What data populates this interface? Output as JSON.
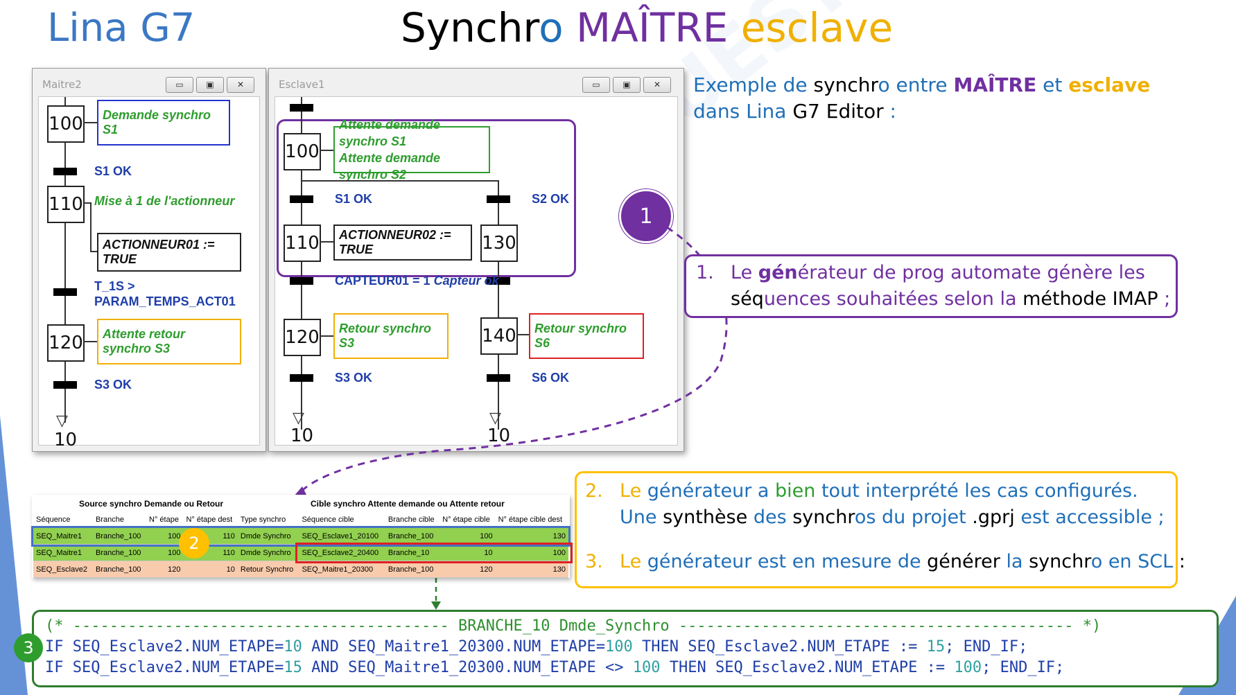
{
  "slide": {
    "brand": "Lina G7",
    "title_parts": [
      {
        "text": "Synchr",
        "color": "#000000"
      },
      {
        "text": "o ",
        "color": "#1f6fb8"
      },
      {
        "text": "MAÎTRE ",
        "color": "#7030a0"
      },
      {
        "text": "esclave",
        "color": "#f0b000"
      }
    ],
    "watermark": "ALTEN OUEST"
  },
  "colors": {
    "brand_blue": "#3b78c4",
    "purple": "#7030a0",
    "orange": "#f0b000",
    "green": "#2e9d2e",
    "red": "#e02020",
    "blue": "#1f3ea8"
  },
  "window_master": {
    "title": "Maitre2",
    "btn_min": "▭",
    "btn_max": "▣",
    "btn_close": "✕",
    "steps": [
      "100",
      "110",
      "120"
    ],
    "end_label": "10",
    "actions": {
      "a100": "Demande synchro S1",
      "a110_text": "Mise à 1 de l'actionneur",
      "a110_box": "ACTIONNEUR01 := TRUE",
      "a120": "Attente retour synchro S3"
    },
    "conditions": [
      "S1 OK",
      "T_1S >",
      "PARAM_TEMPS_ACT01",
      "S3 OK"
    ]
  },
  "window_slave": {
    "title": "Esclave1",
    "btn_min": "▭",
    "btn_max": "▣",
    "btn_close": "✕",
    "steps": [
      "100",
      "110",
      "130",
      "120",
      "140"
    ],
    "end_labels": [
      "10",
      "10"
    ],
    "actions": {
      "a100_line1": "Attente demande synchro S1",
      "a100_line2": "Attente demande synchro S2",
      "a110": "ACTIONNEUR02 := TRUE",
      "a120": "Retour synchro S3",
      "a140": "Retour synchro S6"
    },
    "conditions": {
      "s1": "S1 OK",
      "s2": "S2 OK",
      "capteur_a": "CAPTEUR01 = 1",
      "capteur_b": "Capteur ok",
      "s3": "S3 OK",
      "s6": "S6 OK"
    }
  },
  "badges": {
    "b1": "1",
    "b2": "2",
    "b3": "3"
  },
  "explanation": {
    "intro_parts": [
      {
        "text": "Exemple de ",
        "color": "#1f6fb8"
      },
      {
        "text": "synchr",
        "color": "#000000"
      },
      {
        "text": "o entre ",
        "color": "#1f6fb8"
      },
      {
        "text": "MAÎTRE",
        "color": "#7030a0",
        "bold": true
      },
      {
        "text": " et ",
        "color": "#1f6fb8"
      },
      {
        "text": "esclave",
        "color": "#f0b000",
        "bold": true
      }
    ],
    "intro_line2_parts": [
      {
        "text": "dans Lina ",
        "color": "#1f6fb8"
      },
      {
        "text": "G7 Editor",
        "color": "#000000"
      },
      {
        "text": " :",
        "color": "#1f6fb8"
      }
    ],
    "point1_num": "1.",
    "point1_line1": [
      {
        "text": "Le ",
        "color": "#7030a0"
      },
      {
        "text": "gén",
        "color": "#7030a0",
        "bold": true
      },
      {
        "text": "érateur de prog automate génère les",
        "color": "#7030a0"
      }
    ],
    "point1_line2": [
      {
        "text": "séq",
        "color": "#000000"
      },
      {
        "text": "uences souhaitées selon la ",
        "color": "#7030a0"
      },
      {
        "text": "méthode IMAP",
        "color": "#000000"
      },
      {
        "text": " ;",
        "color": "#7030a0"
      }
    ],
    "point2_num": "2.",
    "point2_line1": [
      {
        "text": "Le ",
        "color": "#f0b000"
      },
      {
        "text": "générateur a ",
        "color": "#1f6fb8"
      },
      {
        "text": "bien",
        "color": "#2e9d2e"
      },
      {
        "text": " tout interprété les cas configurés.",
        "color": "#1f6fb8"
      }
    ],
    "point2_line2": [
      {
        "text": "Une ",
        "color": "#1f6fb8"
      },
      {
        "text": "synthèse",
        "color": "#000000"
      },
      {
        "text": " des ",
        "color": "#1f6fb8"
      },
      {
        "text": "synchr",
        "color": "#000000"
      },
      {
        "text": "os du projet ",
        "color": "#1f6fb8"
      },
      {
        "text": ".gprj",
        "color": "#000000"
      },
      {
        "text": " est accessible ;",
        "color": "#1f6fb8"
      }
    ],
    "point3_num": "3.",
    "point3_line": [
      {
        "text": "Le ",
        "color": "#f0b000"
      },
      {
        "text": "générateur est en mesure de ",
        "color": "#1f6fb8"
      },
      {
        "text": "générer",
        "color": "#000000"
      },
      {
        "text": " la ",
        "color": "#1f6fb8"
      },
      {
        "text": "synchr",
        "color": "#000000"
      },
      {
        "text": "o en ",
        "color": "#1f6fb8"
      },
      {
        "text": "SCL",
        "color": "#1f6fb8"
      },
      {
        "text": " :",
        "color": "#000000"
      }
    ]
  },
  "synth_table": {
    "group_headers": [
      "Source synchro  Demande ou Retour",
      "Cible synchro  Attente demande ou Attente retour"
    ],
    "headers": [
      "Séquence",
      "Branche",
      "N° étape",
      "N° étape dest",
      "Type synchro",
      "Séquence cible",
      "Branche cible",
      "N° étape cible",
      "N° étape cible dest"
    ],
    "rows": [
      [
        "SEQ_Maitre1",
        "Branche_100",
        "100",
        "110",
        "Dmde Synchro",
        "SEQ_Esclave1_20100",
        "Branche_100",
        "100",
        "130"
      ],
      [
        "SEQ_Maitre1",
        "Branche_100",
        "100",
        "110",
        "Dmde Synchro",
        "SEQ_Esclave2_20400",
        "Branche_10",
        "10",
        "100"
      ],
      [
        "SEQ_Esclave2",
        "Branche_100",
        "120",
        "10",
        "Retour Synchro",
        "SEQ_Maitre1_20300",
        "Branche_100",
        "120",
        "130"
      ]
    ]
  },
  "code": {
    "comment": "(* ----------------------------------------- BRANCHE_10 Dmde_Synchro ------------------------------------------- *)",
    "line1": [
      {
        "t": "IF ",
        "c": "kw"
      },
      {
        "t": "SEQ_Esclave2.NUM_ETAPE=",
        "c": "kw"
      },
      {
        "t": "10",
        "c": "num"
      },
      {
        "t": " AND ",
        "c": "kw"
      },
      {
        "t": "SEQ_Maitre1_20300.NUM_ETAPE=",
        "c": "kw"
      },
      {
        "t": "100",
        "c": "num"
      },
      {
        "t": " THEN ",
        "c": "kw"
      },
      {
        "t": "SEQ_Esclave2.NUM_ETAPE := ",
        "c": "kw"
      },
      {
        "t": "15",
        "c": "num"
      },
      {
        "t": "; END_IF;",
        "c": "kw"
      }
    ],
    "line2": [
      {
        "t": "IF ",
        "c": "kw"
      },
      {
        "t": "SEQ_Esclave2.NUM_ETAPE=",
        "c": "kw"
      },
      {
        "t": "15",
        "c": "num"
      },
      {
        "t": " AND ",
        "c": "kw"
      },
      {
        "t": "SEQ_Maitre1_20300.NUM_ETAPE <> ",
        "c": "kw"
      },
      {
        "t": "100",
        "c": "num"
      },
      {
        "t": " THEN ",
        "c": "kw"
      },
      {
        "t": "SEQ_Esclave2.NUM_ETAPE := ",
        "c": "kw"
      },
      {
        "t": "100",
        "c": "num"
      },
      {
        "t": "; END_IF;",
        "c": "kw"
      }
    ]
  }
}
